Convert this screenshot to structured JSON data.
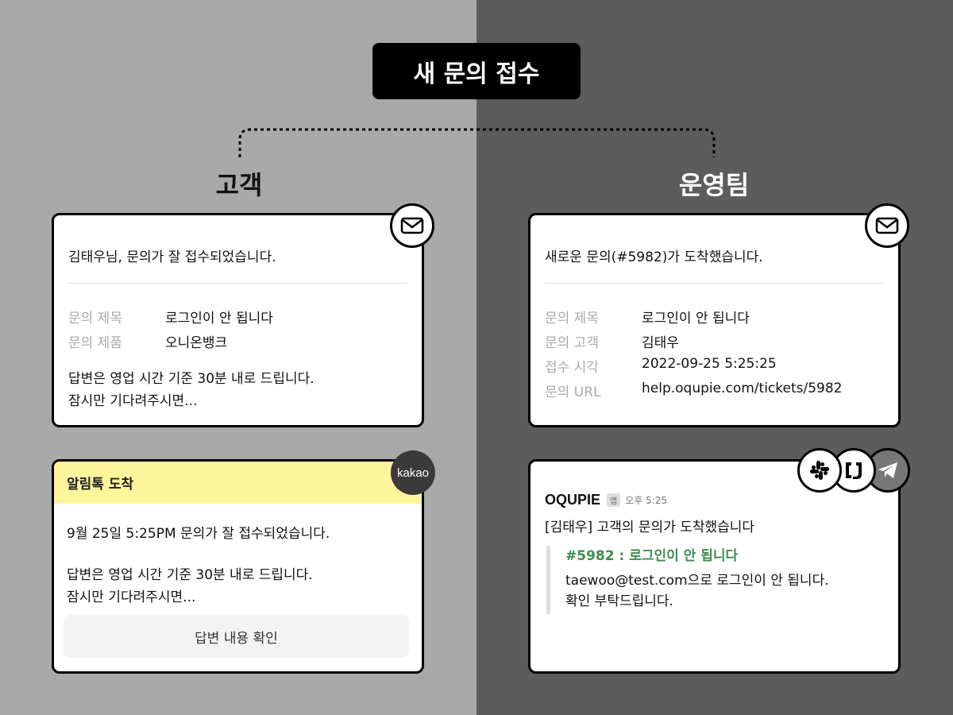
{
  "header": {
    "title": "새 문의 접수"
  },
  "columns": {
    "customer": "고객",
    "ops": "운영팀"
  },
  "customer_email": {
    "icon": "mail-icon",
    "heading": "김태우님, 문의가 잘 접수되었습니다.",
    "fields": [
      {
        "label": "문의 제목",
        "value": "로그인이 안 됩니다"
      },
      {
        "label": "문의 제품",
        "value": "오니온뱅크"
      }
    ],
    "footer_line1": "답변은 영업 시간 기준 30분 내로 드립니다.",
    "footer_line2": "잠시만 기다려주시면..."
  },
  "ops_email": {
    "icon": "mail-icon",
    "heading": "새로운 문의(#5982)가 도착했습니다.",
    "fields": [
      {
        "label": "문의 제목",
        "value": "로그인이 안 됩니다"
      },
      {
        "label": "문의 고객",
        "value": "김태우"
      },
      {
        "label": "접수 시각",
        "value": "2022-09-25 5:25:25"
      },
      {
        "label": "문의 URL",
        "value": "help.oqupie.com/tickets/5982"
      }
    ]
  },
  "kakao": {
    "logo_text": "kakao",
    "header": "알림톡 도착",
    "line1": "9월 25일 5:25PM 문의가 잘 접수되었습니다.",
    "line2": "답변은 영업 시간 기준 30분 내로 드립니다.",
    "line3": "잠시만 기다려주시면...",
    "button": "답변 내용 확인"
  },
  "slack": {
    "icons": [
      "slack-icon",
      "jandi-icon",
      "telegram-icon"
    ],
    "app_name": "OQUPIE",
    "app_badge": "앱",
    "time": "오후 5:25",
    "message": "[김태우] 고객의 문의가 도착했습니다",
    "quote_title": "#5982 : 로그인이 안 됩니다",
    "quote_line1": "taewoo@test.com으로 로그인이 안 됩니다.",
    "quote_line2": "확인 부탁드립니다."
  },
  "colors": {
    "left_bg": "#a9a9a9",
    "right_bg": "#5c5c5c",
    "kakao_yellow": "#fdf59c",
    "slack_green": "#3c8c4f"
  }
}
